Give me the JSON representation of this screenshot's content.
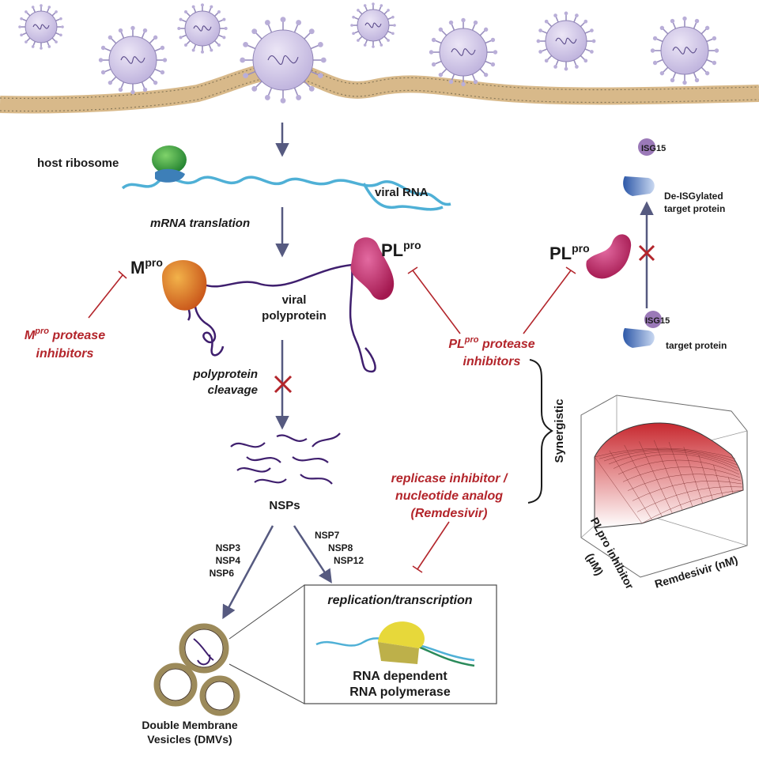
{
  "labels": {
    "host_ribosome": "host ribosome",
    "viral_rna": "viral RNA",
    "mrna_translation": "mRNA translation",
    "mpro_base": "M",
    "mpro_sup": "pro",
    "plpro_base": "PL",
    "plpro_sup": "pro",
    "viral_polyprotein_l1": "viral",
    "viral_polyprotein_l2": "polyprotein",
    "polyprotein_cleavage_l1": "polyprotein",
    "polyprotein_cleavage_l2": "cleavage",
    "nsps": "NSPs",
    "nsp_left": [
      "NSP3",
      "NSP4",
      "NSP6"
    ],
    "nsp_right": [
      "NSP7",
      "NSP8",
      "NSP12"
    ],
    "dmv_l1": "Double Membrane",
    "dmv_l2": "Vesicles (DMVs)",
    "replication": "replication/transcription",
    "rdrp_l1": "RNA dependent",
    "rdrp_l2": "RNA polymerase",
    "isg15_top": "ISG15",
    "de_isgylated_l1": "De-ISGylated",
    "de_isgylated_l2": "target protein",
    "isg15_bottom": "ISG15",
    "target_protein": "target protein",
    "synergistic": "Synergistic",
    "plpro_inhibitor_axis_l1": "PLpro inhibitor",
    "plpro_inhibitor_axis_l2": "(μM)",
    "remdesivir_axis": "Remdesivir (nM)"
  },
  "inhibitors": {
    "mpro_l1_base": "M",
    "mpro_l1_sup": "pro",
    "mpro_l1_rest": " protease",
    "mpro_l2": "inhibitors",
    "plpro_l1_base": "PL",
    "plpro_l1_sup": "pro",
    "plpro_l1_rest": " protease",
    "plpro_l2": "inhibitors",
    "replicase_l1": "replicase inhibitor /",
    "replicase_l2": "nucleotide analog",
    "replicase_l3": "(Remdesivir)"
  },
  "colors": {
    "arrow": "#565a80",
    "inhibitor": "#b3252b",
    "virion_body": "#cfc5e4",
    "virion_spike": "#9a8fbf",
    "membrane": "#d8b98a",
    "rna": "#4fb0d6",
    "polyprotein": "#3f1f6e",
    "mpro": "#e07a1f",
    "plpro": "#c4326e",
    "ribosome": "#3aa844",
    "isg15": "#9b79b8",
    "target": "#5d84c8",
    "polymerase": "#e7d83a",
    "dmv": "#9c8a5a",
    "surface_peak": "#c7282f",
    "surface_base": "#ffffff"
  },
  "icons": [
    "virion-icon",
    "ribosome-icon",
    "mpro-enzyme-icon",
    "plpro-enzyme-icon",
    "cross-mark-icon",
    "vesicle-icon",
    "polymerase-icon",
    "isg15-icon",
    "target-protein-icon",
    "surface-plot-icon"
  ]
}
